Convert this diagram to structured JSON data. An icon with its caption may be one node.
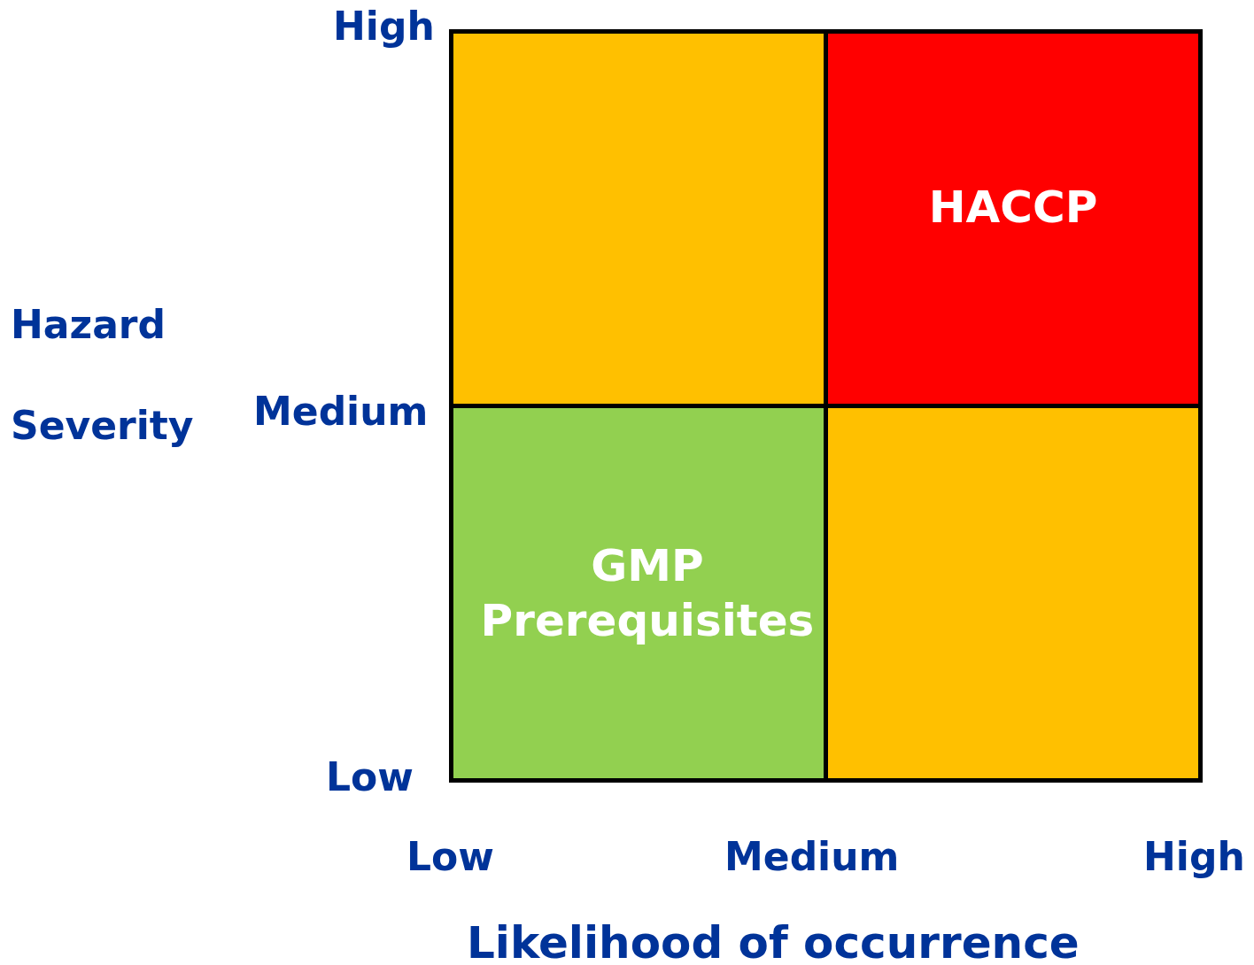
{
  "diagram": {
    "nodes": [
      {
        "text": [],
        "shape": "box"
      },
      {
        "text": [
          "HACCP"
        ]
      },
      {
        "text": [
          "GMP Prerequisites"
        ]
      },
      {
        "text": [],
        "shape": "box"
      }
    ],
    "labels": [
      "High",
      "Hazard Severity",
      "Medium",
      "Low",
      "Low",
      "Medium",
      "High",
      "Likelihood of occurrence"
    ]
  }
}
